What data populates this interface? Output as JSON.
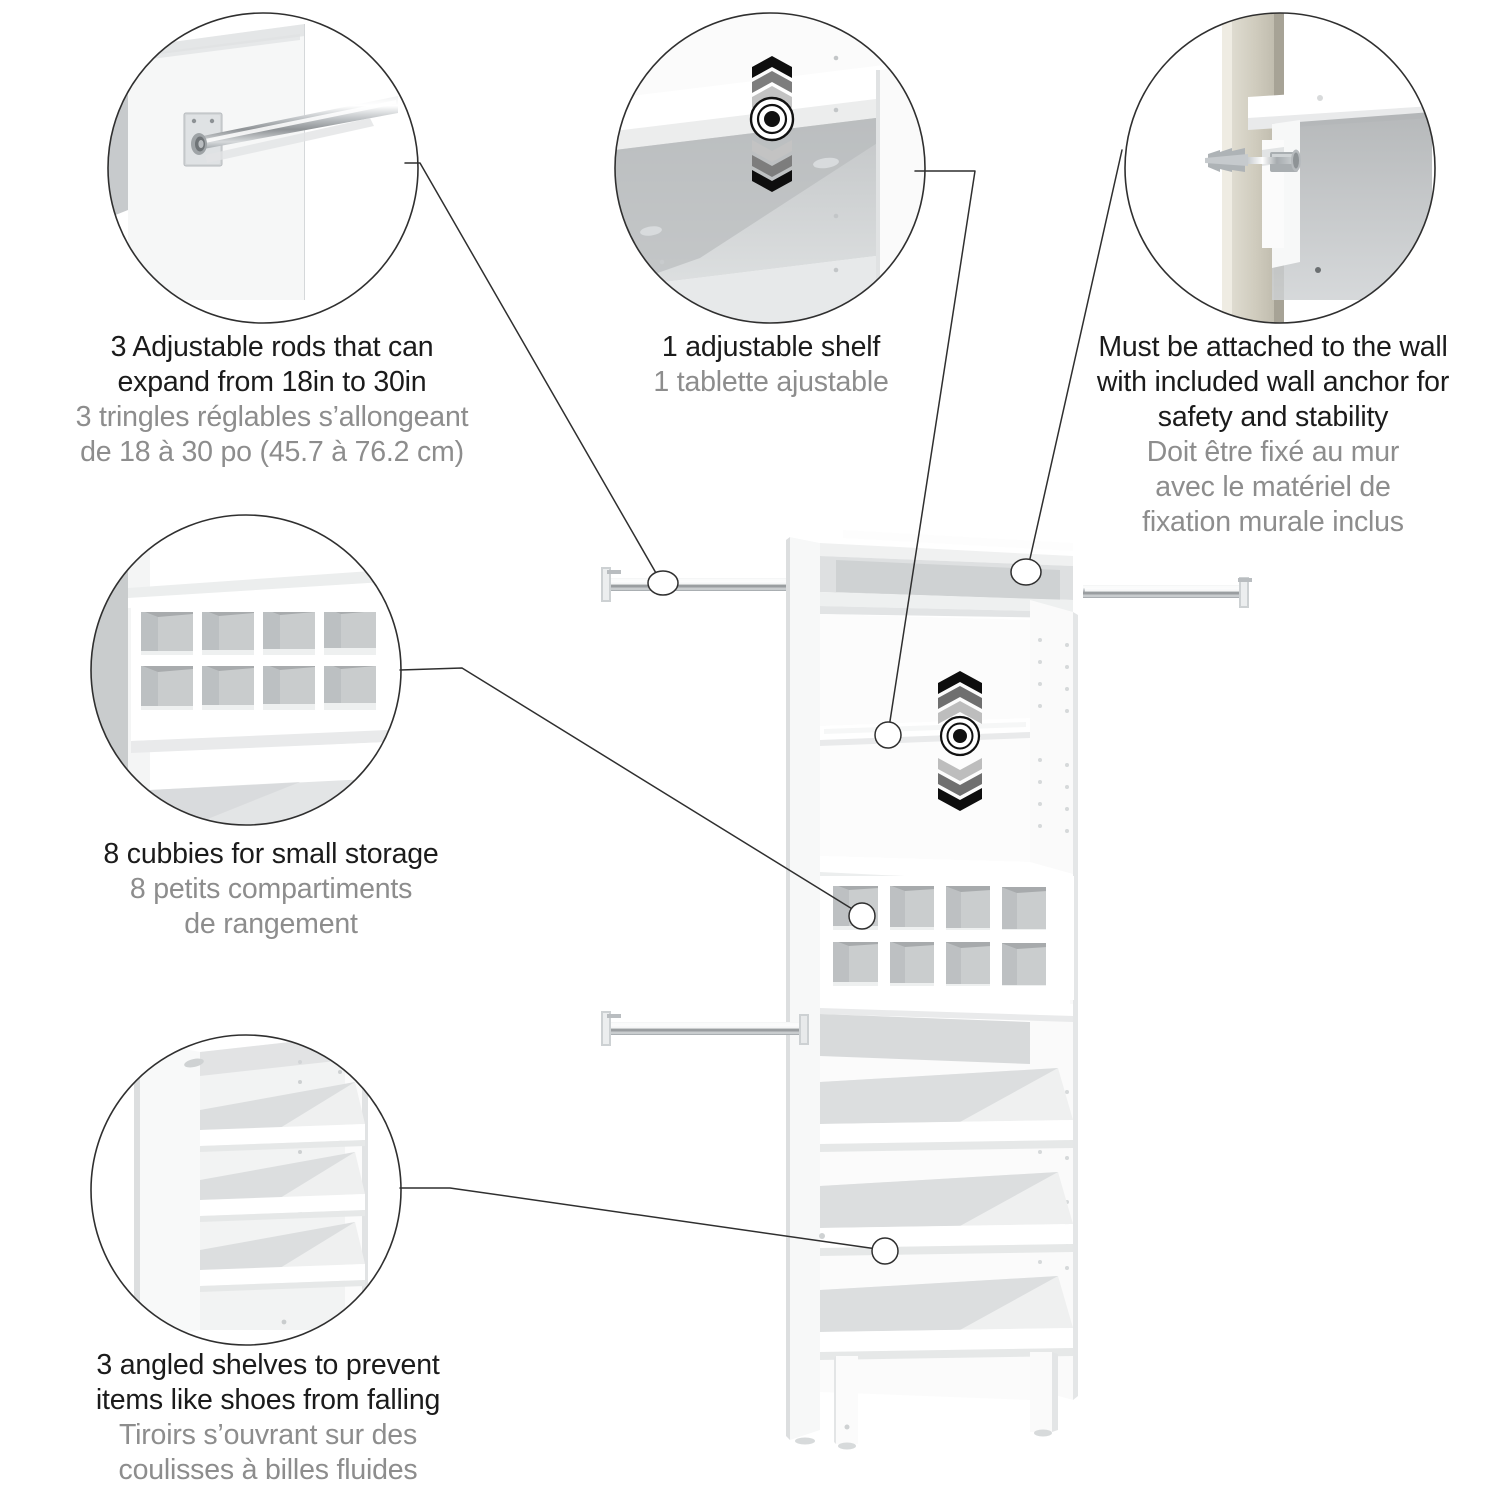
{
  "page": {
    "title": "Closet organizer feature callouts",
    "background": "#ffffff",
    "text_color_en": "#1b1b1b",
    "text_color_fr": "#8d8d8d",
    "line_color": "#3a3a3a"
  },
  "callouts": [
    {
      "id": "adjustable-rods",
      "en": "3 Adjustable rods that can\nexpand from 18in to 30in",
      "fr": "3 tringles réglables s’allongeant\nde 18 à 30 po (45.7 à 76.2 cm)",
      "photo": "closet-rod-bracket-photo"
    },
    {
      "id": "adjustable-shelf",
      "en": "1 adjustable shelf",
      "fr": "1 tablette ajustable",
      "photo": "adjustable-shelf-photo"
    },
    {
      "id": "wall-anchor",
      "en": "Must be attached to the wall\nwith included wall anchor for\nsafety and stability",
      "fr": "Doit être fixé au mur\navec le matériel de\nfixation murale inclus",
      "photo": "wall-anchor-screw-photo"
    },
    {
      "id": "cubbies",
      "en": "8 cubbies for small storage",
      "fr": "8 petits compartiments\nde rangement",
      "photo": "cubbies-photo"
    },
    {
      "id": "angled-shelves",
      "en": "3 angled shelves to prevent\nitems like shoes from falling",
      "fr": "Tiroirs s’ouvrant sur des\ncoulisses à billes fluides",
      "photo": "angled-shelves-photo"
    }
  ],
  "product": {
    "name": "closet-organizer-tower",
    "features": {
      "rods": 3,
      "adjustable_shelves": 1,
      "cubbies": 8,
      "angled_shelves": 3
    },
    "adjust_marker": "up-down-chevrons-target-icon"
  }
}
